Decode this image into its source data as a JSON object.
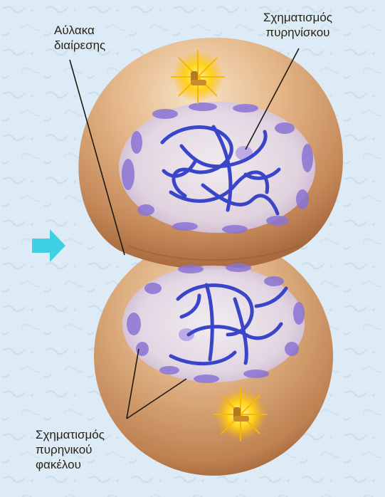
{
  "labels": {
    "cleavage_furrow": [
      "Αύλακα",
      "διαίρεσης"
    ],
    "nucleolus_formation": [
      "Σχηματισμός",
      "πυρηνίσκου"
    ],
    "nuclear_envelope_formation": [
      "Σχηματισμός",
      "πυρηνικού",
      "φακέλου"
    ]
  },
  "colors": {
    "background": "#dcebf5",
    "cell_body": "#c68a5a",
    "cell_highlight": "#f4d9b4",
    "nucleus": "#e9e3ef",
    "chromatin": "#3a45c8",
    "envelope_fragment": "#8a74d4",
    "centrosome_glow": "#ffd21a",
    "arrow": "#3fd0e6"
  }
}
